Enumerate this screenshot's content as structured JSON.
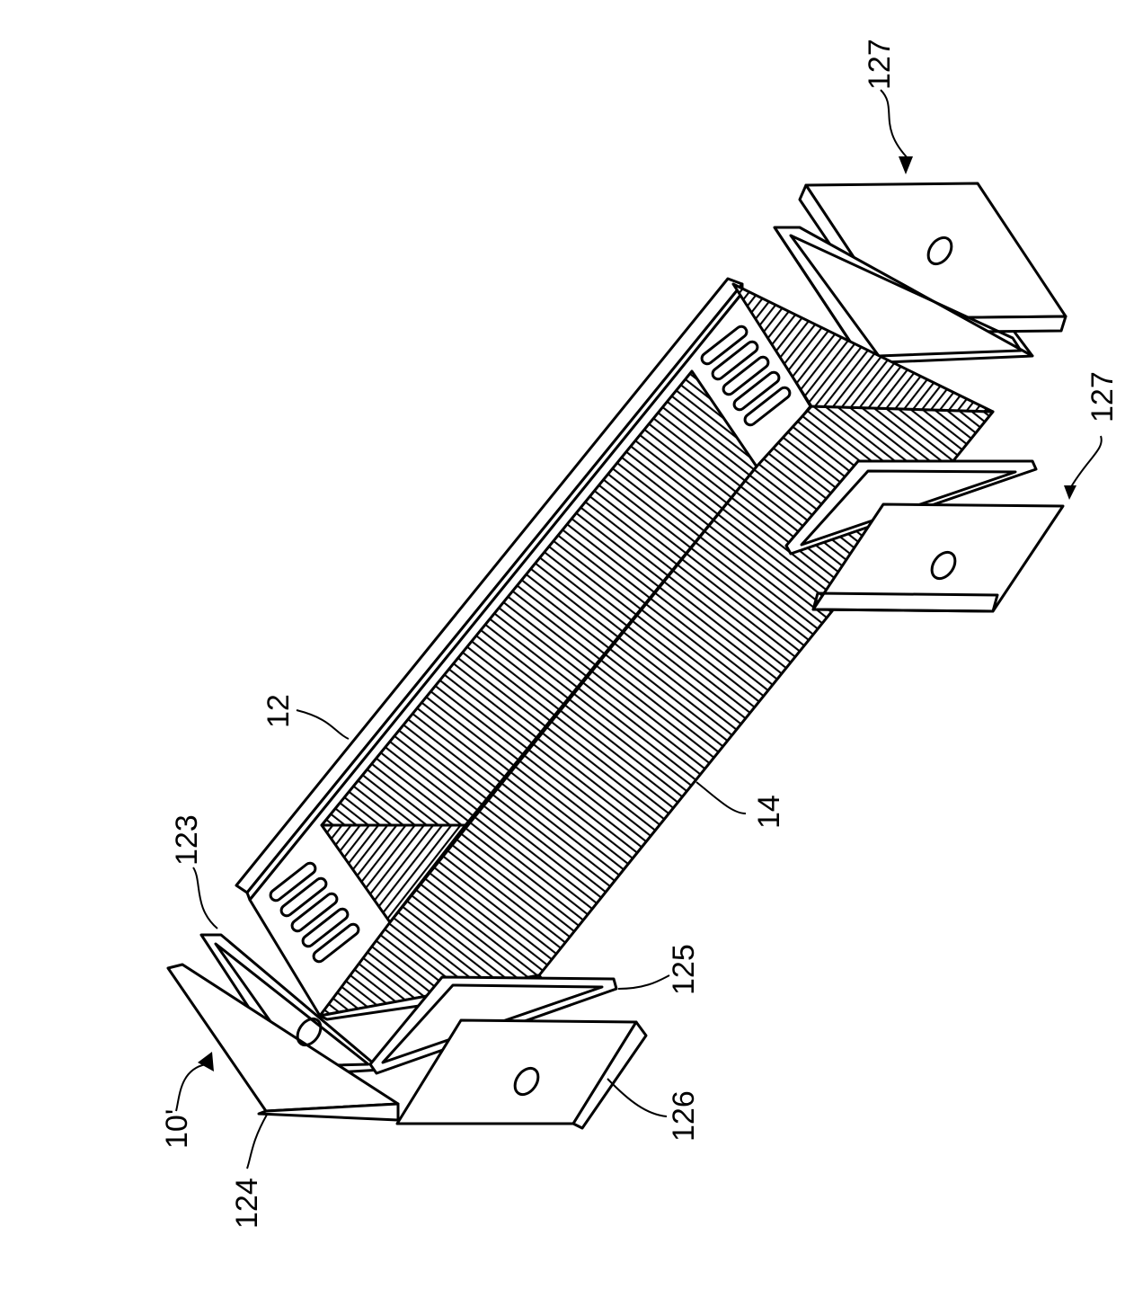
{
  "labels": {
    "ref_10": "10'",
    "ref_12": "12",
    "ref_14": "14",
    "ref_123": "123",
    "ref_124": "124",
    "ref_125": "125",
    "ref_126": "126",
    "ref_127_top": "127",
    "ref_127_right": "127"
  },
  "colors": {
    "line": "#000000",
    "paper": "#ffffff"
  }
}
